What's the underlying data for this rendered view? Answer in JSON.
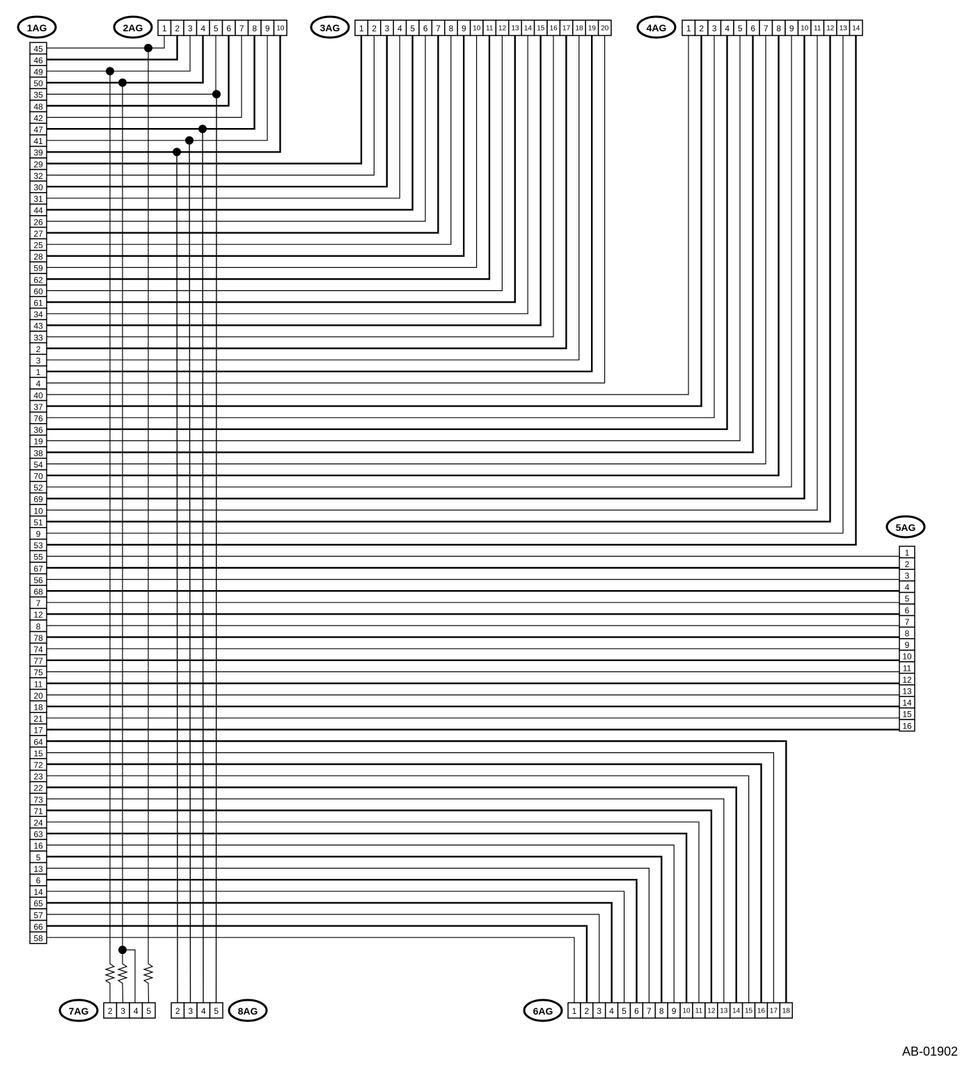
{
  "figure_id": "AB-01902",
  "connectors": {
    "c1": {
      "label": "1AG",
      "pins": [
        "45",
        "46",
        "49",
        "50",
        "35",
        "48",
        "42",
        "47",
        "41",
        "39",
        "29",
        "32",
        "30",
        "31",
        "44",
        "26",
        "27",
        "25",
        "28",
        "59",
        "62",
        "60",
        "61",
        "34",
        "43",
        "33",
        "2",
        "3",
        "1",
        "4",
        "40",
        "37",
        "76",
        "36",
        "19",
        "38",
        "54",
        "70",
        "52",
        "69",
        "10",
        "51",
        "9",
        "53",
        "55",
        "67",
        "56",
        "68",
        "7",
        "12",
        "8",
        "78",
        "74",
        "77",
        "75",
        "11",
        "20",
        "18",
        "21",
        "17",
        "64",
        "15",
        "72",
        "23",
        "22",
        "73",
        "71",
        "24",
        "63",
        "16",
        "5",
        "13",
        "6",
        "14",
        "65",
        "57",
        "66",
        "58"
      ]
    },
    "c2": {
      "label": "2AG",
      "pins": [
        "1",
        "2",
        "3",
        "4",
        "5",
        "6",
        "7",
        "8",
        "9",
        "10"
      ]
    },
    "c3": {
      "label": "3AG",
      "pins": [
        "1",
        "2",
        "3",
        "4",
        "5",
        "6",
        "7",
        "8",
        "9",
        "10",
        "11",
        "12",
        "13",
        "14",
        "15",
        "16",
        "17",
        "18",
        "19",
        "20"
      ]
    },
    "c4": {
      "label": "4AG",
      "pins": [
        "1",
        "2",
        "3",
        "4",
        "5",
        "6",
        "7",
        "8",
        "9",
        "10",
        "11",
        "12",
        "13",
        "14"
      ]
    },
    "c5": {
      "label": "5AG",
      "pins": [
        "1",
        "2",
        "3",
        "4",
        "5",
        "6",
        "7",
        "8",
        "9",
        "10",
        "11",
        "12",
        "13",
        "14",
        "15",
        "16"
      ]
    },
    "c6": {
      "label": "6AG",
      "pins": [
        "1",
        "2",
        "3",
        "4",
        "5",
        "6",
        "7",
        "8",
        "9",
        "10",
        "11",
        "12",
        "13",
        "14",
        "15",
        "16",
        "17",
        "18"
      ]
    },
    "c7": {
      "label": "7AG",
      "pins": [
        "2",
        "3",
        "4",
        "5"
      ]
    },
    "c8": {
      "label": "8AG",
      "pins": [
        "2",
        "3",
        "4",
        "5"
      ]
    }
  },
  "wiring": {
    "to_c2": [
      [
        0,
        0
      ],
      [
        1,
        1
      ],
      [
        2,
        2
      ],
      [
        3,
        3
      ],
      [
        4,
        4
      ],
      [
        5,
        5
      ],
      [
        6,
        6
      ],
      [
        7,
        7
      ],
      [
        8,
        8
      ],
      [
        9,
        9
      ]
    ],
    "to_c3_rows": [
      10,
      11,
      12,
      13,
      14,
      15,
      16,
      17,
      18,
      19,
      20,
      21,
      22,
      23,
      24,
      25,
      26,
      27,
      28,
      29
    ],
    "to_c4_rows": [
      30,
      31,
      32,
      33,
      34,
      35,
      36,
      37,
      38,
      39,
      40,
      41,
      42,
      43
    ],
    "to_c5_rows": [
      44,
      45,
      46,
      47,
      48,
      49,
      50,
      51,
      52,
      53,
      54,
      55,
      56,
      57,
      58,
      59
    ],
    "to_c6_rows_from_pin18": [
      60,
      61,
      62,
      63,
      64,
      65,
      66,
      67,
      68,
      69,
      70,
      71,
      72,
      73,
      74,
      75,
      76,
      77
    ],
    "splices": [
      {
        "row": 0,
        "drop_to": "c7",
        "pin_index": 3
      },
      {
        "row": 2,
        "drop_to": "c7",
        "pin_index": 0
      },
      {
        "row": 3,
        "drop_to": "c7",
        "pin_index": 1
      },
      {
        "row": 4,
        "drop_to": "c8",
        "pin_index": 3
      },
      {
        "row": 7,
        "drop_to": "c8",
        "pin_index": 2
      },
      {
        "row": 8,
        "drop_to": "c8",
        "pin_index": 1
      },
      {
        "row": 9,
        "drop_to": "c8",
        "pin_index": 0
      }
    ]
  }
}
